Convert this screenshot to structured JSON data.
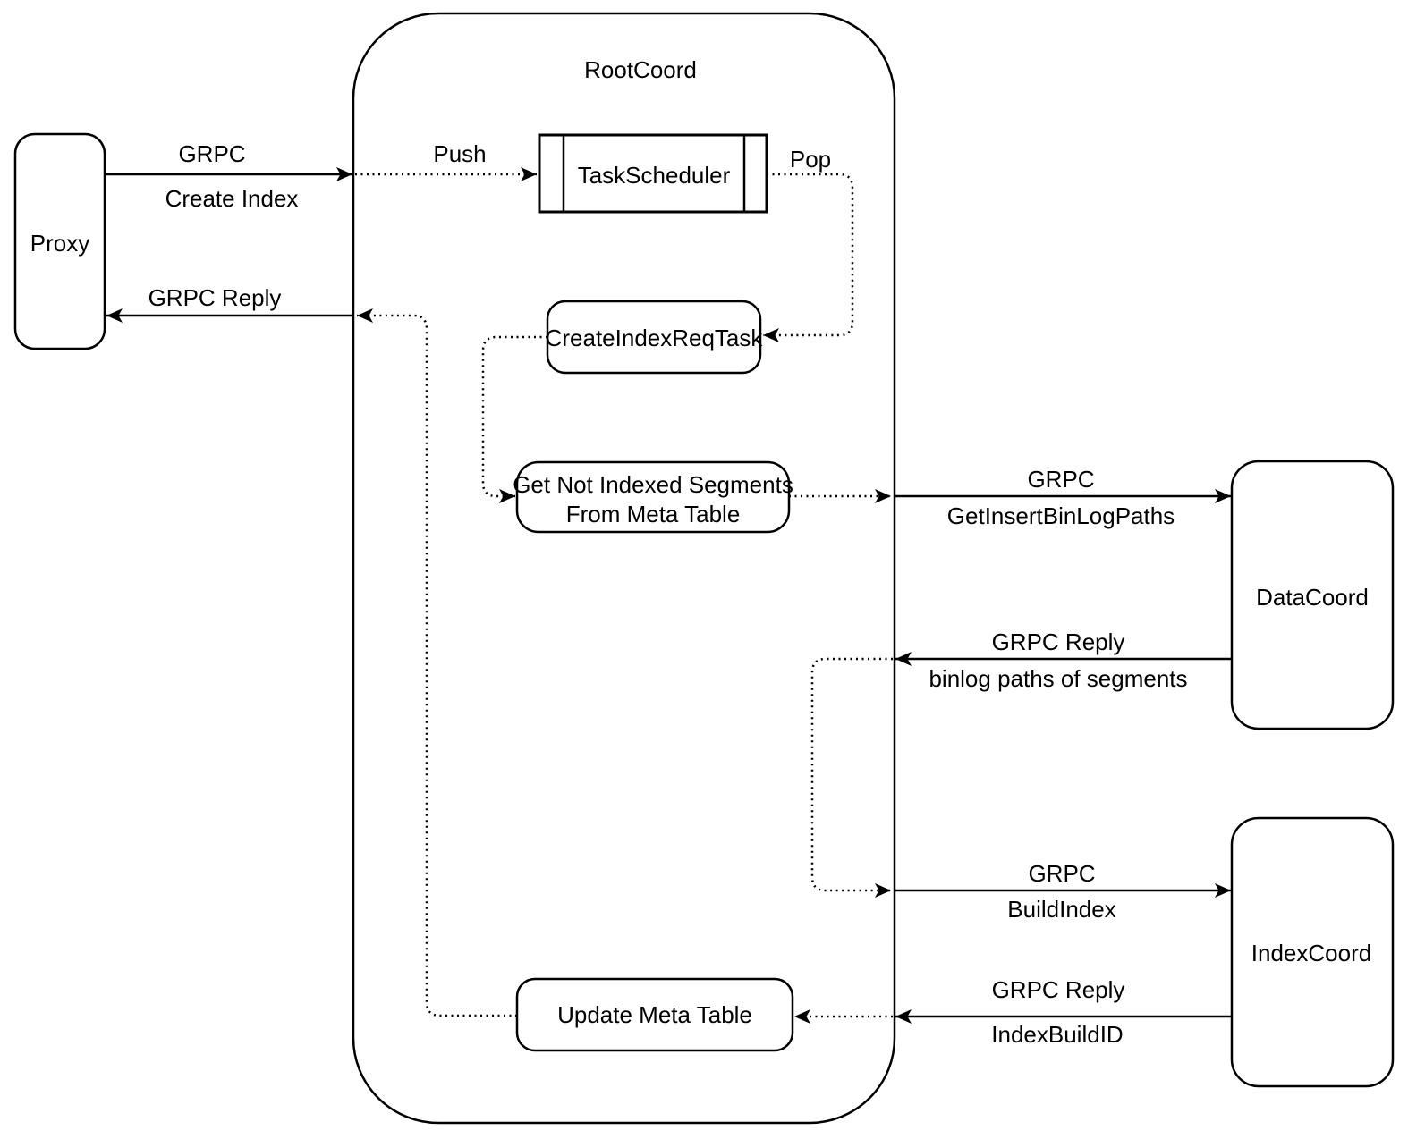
{
  "diagram": {
    "container": {
      "label": "RootCoord"
    },
    "nodes": {
      "proxy": {
        "label": "Proxy"
      },
      "task_scheduler": {
        "label": "TaskScheduler"
      },
      "create_index_req_task": {
        "label": "CreateIndexReqTask"
      },
      "get_not_indexed": {
        "label_line1": "Get Not Indexed Segments",
        "label_line2": "From Meta Table"
      },
      "update_meta_table": {
        "label": "Update Meta Table"
      },
      "data_coord": {
        "label": "DataCoord"
      },
      "index_coord": {
        "label": "IndexCoord"
      }
    },
    "edges": {
      "proxy_to_rootcoord": {
        "label_top": "GRPC",
        "label_bottom": "Create Index"
      },
      "push": {
        "label": "Push"
      },
      "pop": {
        "label": "Pop"
      },
      "rootcoord_reply_to_proxy": {
        "label": "GRPC Reply"
      },
      "rootcoord_to_datacoord": {
        "label_top": "GRPC",
        "label_bottom": "GetInsertBinLogPaths"
      },
      "datacoord_reply": {
        "label_top": "GRPC Reply",
        "label_bottom": "binlog paths of segments"
      },
      "rootcoord_to_indexcoord": {
        "label_top": "GRPC",
        "label_bottom": "BuildIndex"
      },
      "indexcoord_reply": {
        "label_top": "GRPC Reply",
        "label_bottom": "IndexBuildID"
      }
    },
    "colors": {
      "stroke": "#000000",
      "background": "#ffffff",
      "text": "#000000"
    }
  }
}
